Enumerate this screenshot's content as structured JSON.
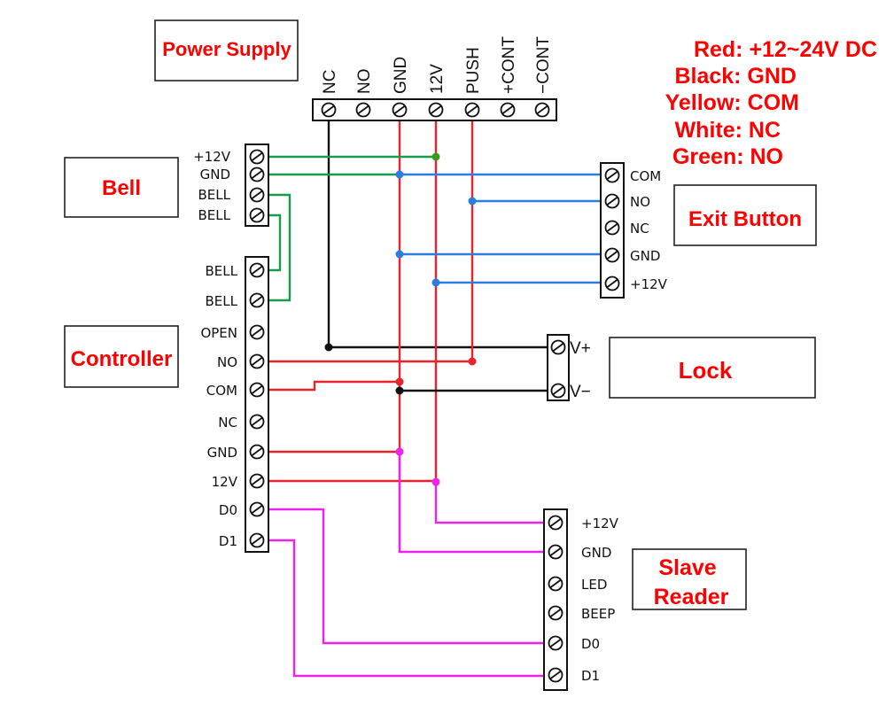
{
  "colors": {
    "red": "#e8242a",
    "black": "#111111",
    "green": "#1a9a4a",
    "blue": "#2a7de1",
    "magenta": "#ee22ee",
    "label_red": "#ff0000",
    "junction_green": "#3a9a1a"
  },
  "components": {
    "power_supply": {
      "title": "Power Supply",
      "pins": [
        "NC",
        "NO",
        "GND",
        "12V",
        "PUSH",
        "+CONT",
        "−CONT"
      ]
    },
    "bell": {
      "title": "Bell",
      "pins": [
        "+12V",
        "GND",
        "BELL",
        "BELL"
      ]
    },
    "controller": {
      "title": "Controller",
      "pins": [
        "BELL",
        "BELL",
        "OPEN",
        "NO",
        "COM",
        "NC",
        "GND",
        "12V",
        "D0",
        "D1"
      ]
    },
    "exit_button": {
      "title": "Exit Button",
      "pins": [
        "COM",
        "NO",
        "NC",
        "GND",
        "+12V"
      ]
    },
    "lock": {
      "title": "Lock",
      "pins": [
        "V+",
        "V−"
      ]
    },
    "slave_reader": {
      "title_line1": "Slave",
      "title_line2": "Reader",
      "pins": [
        "+12V",
        "GND",
        "LED",
        "BEEP",
        "D0",
        "D1"
      ]
    }
  },
  "legend": [
    "Red: +12~24V DC",
    "Black: GND",
    "Yellow: COM",
    "White: NC",
    "Green: NO"
  ],
  "wires": [
    {
      "from": "bell.+12V",
      "to": "power_supply.12V",
      "color": "green"
    },
    {
      "from": "bell.GND",
      "to": "power_supply.GND",
      "color": "green"
    },
    {
      "from": "bell.BELL",
      "to": "controller.BELL",
      "color": "green"
    },
    {
      "from": "bell.BELL",
      "to": "controller.BELL",
      "color": "green"
    },
    {
      "from": "power_supply.GND",
      "to": "exit_button.COM",
      "color": "blue"
    },
    {
      "from": "power_supply.PUSH",
      "to": "exit_button.NO",
      "color": "blue"
    },
    {
      "from": "power_supply.GND",
      "to": "exit_button.GND",
      "color": "blue"
    },
    {
      "from": "power_supply.12V",
      "to": "exit_button.+12V",
      "color": "blue"
    },
    {
      "from": "power_supply.NC",
      "to": "lock.V+",
      "color": "black"
    },
    {
      "from": "controller.NO",
      "to": "power_supply.PUSH",
      "color": "red"
    },
    {
      "from": "controller.COM",
      "to": "power_supply.GND",
      "color": "red"
    },
    {
      "from": "power_supply.GND",
      "to": "lock.V−",
      "color": "black"
    },
    {
      "from": "controller.GND",
      "to": "power_supply.GND",
      "color": "red"
    },
    {
      "from": "controller.12V",
      "to": "power_supply.12V",
      "color": "red"
    },
    {
      "from": "power_supply.12V",
      "to": "slave_reader.+12V",
      "color": "magenta"
    },
    {
      "from": "power_supply.GND",
      "to": "slave_reader.GND",
      "color": "magenta"
    },
    {
      "from": "controller.D0",
      "to": "slave_reader.D0",
      "color": "magenta"
    },
    {
      "from": "controller.D1",
      "to": "slave_reader.D1",
      "color": "magenta"
    }
  ]
}
